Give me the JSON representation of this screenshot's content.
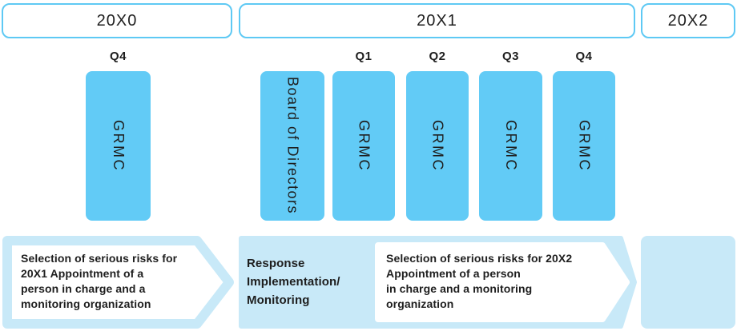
{
  "palette": {
    "bar_blue": "#62cbf6",
    "pale_blue": "#c8e9f8",
    "box_border": "#5ec9f4",
    "text_dark": "#1e1e1e",
    "background": "#ffffff"
  },
  "timeline": {
    "years": [
      "20X0",
      "20X1",
      "20X2"
    ],
    "quarters": [
      "Q4",
      "Q1",
      "Q2",
      "Q3",
      "Q4"
    ],
    "bars": [
      "GRMC",
      "Board of Directors",
      "GRMC",
      "GRMC",
      "GRMC",
      "GRMC"
    ]
  },
  "process": {
    "selection_20x1": {
      "lines": [
        "Selection of serious risks for",
        "20X1 Appointment of a",
        "person in charge and a",
        "monitoring organization"
      ]
    },
    "response": {
      "lines": [
        "Response",
        "Implementation/",
        "Monitoring"
      ]
    },
    "selection_20x2": {
      "lines": [
        "Selection of serious risks for 20X2",
        "Appointment of a person",
        "in charge and a monitoring",
        "organization"
      ]
    }
  }
}
